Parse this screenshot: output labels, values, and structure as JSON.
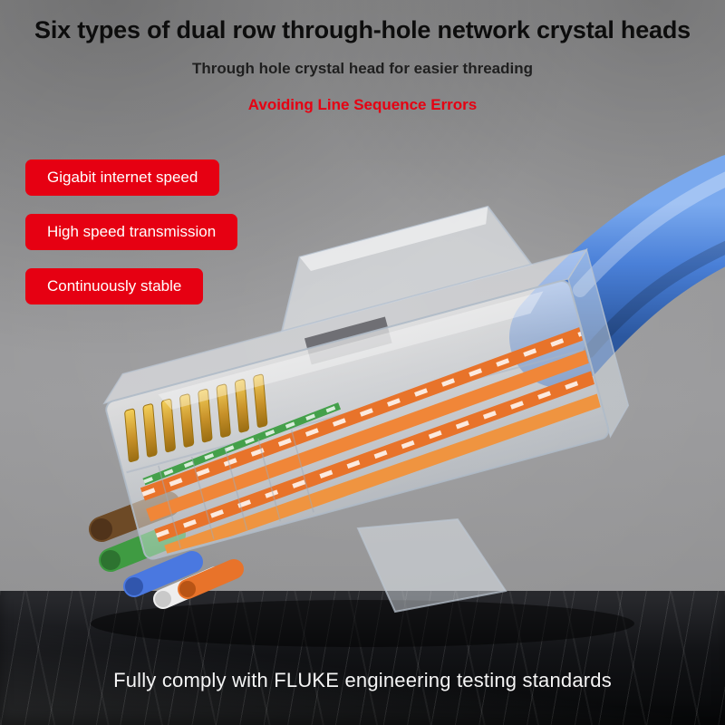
{
  "meta": {
    "type": "product-marketing-banner"
  },
  "header": {
    "title": "Six types of dual row through-hole network crystal heads",
    "subtitle": "Through hole crystal head for easier threading",
    "tagline": "Avoiding Line Sequence Errors"
  },
  "badges": [
    {
      "label": "Gigabit internet speed"
    },
    {
      "label": "High speed transmission"
    },
    {
      "label": "Continuously stable"
    }
  ],
  "product": {
    "description": "Transparent RJ45 pass-through crystal head connector with blue ethernet cable, gold pins and orange twisted-pair wires"
  },
  "footer": {
    "text": "Fully comply with FLUKE engineering testing standards"
  },
  "colors": {
    "accent_red": "#e60012",
    "badge_text": "#ffffff",
    "title_text": "#111111",
    "subtitle_text": "#222222",
    "footer_text": "#f5f5f5",
    "wall_gray": "#949496",
    "surface_black": "#0e0f11",
    "cable_blue": "#4a80d8",
    "wire_orange": "#e8732a",
    "pin_gold": "#d9a62e"
  }
}
